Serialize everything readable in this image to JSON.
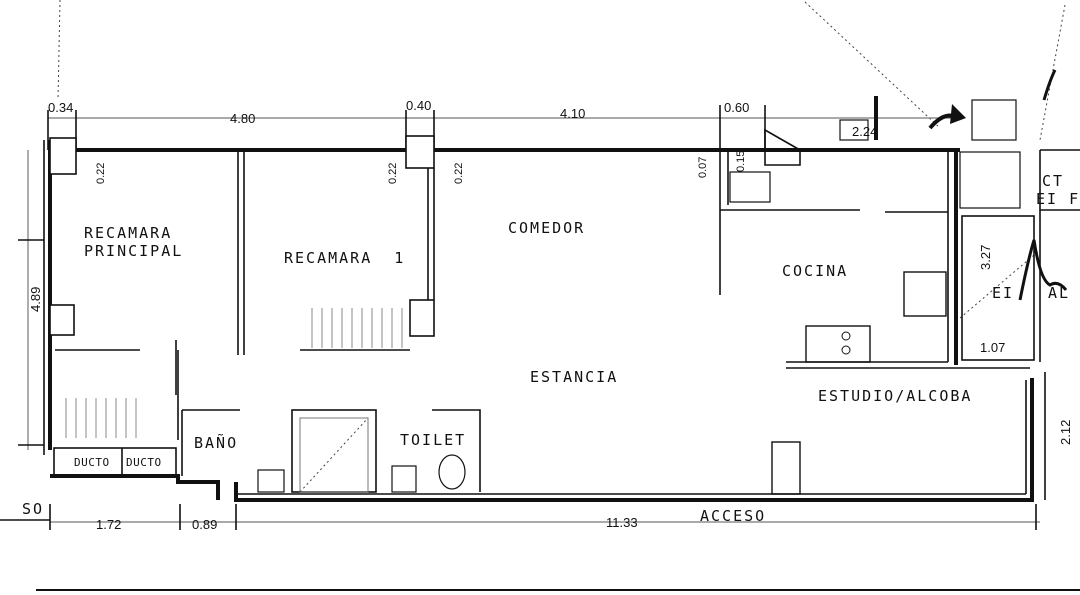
{
  "rooms": {
    "recamara_principal_line1": "RECAMARA",
    "recamara_principal_line2": "PRINCIPAL",
    "recamara_1": "RECAMARA  1",
    "comedor": "COMEDOR",
    "cocina": "COCINA",
    "estancia": "ESTANCIA",
    "estudio_alcoba": "ESTUDIO/ALCOBA",
    "bano": "BAÑO",
    "toilet": "TOILET",
    "ducto_1": "DUCTO",
    "ducto_2": "DUCTO",
    "acceso": "ACCESO",
    "so": "SO",
    "cut_label_1": "CT",
    "cut_label_2": "EI F",
    "cut_label_3": "EI",
    "cut_label_4": "AL"
  },
  "dimensions": {
    "top_034": "0.34",
    "top_480": "4.80",
    "top_040": "0.40",
    "top_410": "4.10",
    "top_060": "0.60",
    "top_224": "2.24",
    "wall_022_a": "0.22",
    "wall_022_b": "0.22",
    "wall_022_c": "0.22",
    "wall_007": "0.07",
    "wall_015": "0.15",
    "side_489": "4.89",
    "side_327": "3.27",
    "side_107": "1.07",
    "side_212": "2.12",
    "bottom_172": "1.72",
    "bottom_089": "0.89",
    "bottom_1133": "11.33"
  }
}
